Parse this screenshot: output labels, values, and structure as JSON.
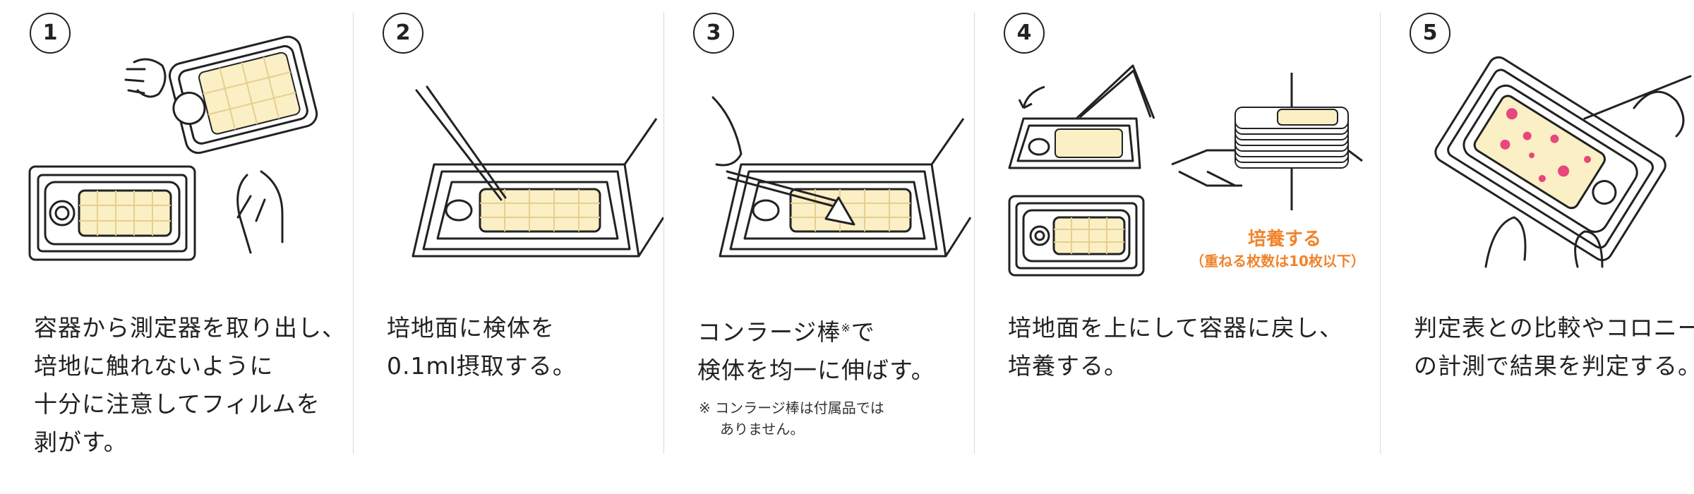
{
  "steps": [
    {
      "number": "1",
      "lines": [
        "容器から測定器を取り出し、",
        "培地に触れないように",
        "十分に注意してフィルムを",
        "剥がす。"
      ]
    },
    {
      "number": "2",
      "lines": [
        "培地面に検体を",
        "0.1ml摂取する。"
      ]
    },
    {
      "number": "3",
      "line1_main": "コンラージ棒",
      "line1_mark": "※",
      "line1_end": "で",
      "line2": "検体を均一に伸ばす。",
      "note_mark": "※",
      "note_lines": [
        "コンラージ棒は付属品では",
        "ありません。"
      ]
    },
    {
      "number": "4",
      "lines": [
        "培地面を上にして容器に戻し、",
        "培養する。"
      ],
      "incubate_label": "培養する",
      "incubate_sub": "（重ねる枚数は10枚以下）"
    },
    {
      "number": "5",
      "lines": [
        "判定表との比較やコロニー",
        "の計測で結果を判定する。"
      ]
    }
  ],
  "colors": {
    "accent": "#f0842c",
    "medium": "#fbefc6",
    "grid": "#e6cf8e",
    "colony": "#e8467c"
  }
}
